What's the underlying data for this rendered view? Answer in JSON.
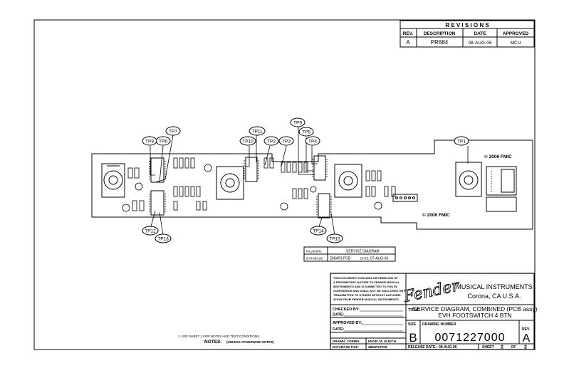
{
  "revisions": {
    "title": "R E V I S I O N S",
    "headers": [
      "REV.",
      "DESCRIPTION",
      "DATE",
      "APPROVED"
    ],
    "rows": [
      [
        "A",
        "PR684",
        "08-AUG-06",
        "MCU"
      ]
    ]
  },
  "board": {
    "copyright_right": "© 2006 FMIC",
    "copyright_bottom": "© 2006 FMIC"
  },
  "test_points": [
    "TP1",
    "TP2",
    "TP3",
    "TP4",
    "TP5",
    "TP6",
    "TP7",
    "TP8",
    "TP9",
    "TP10",
    "TP11",
    "TP12",
    "TP13",
    "TP14",
    "TP15"
  ],
  "file_box": {
    "file_label": "FILe/DWG:",
    "file_value": "SERVICE DIAGRAM",
    "database_label": "DATABASE:",
    "database_value": "Z884P3.PCB",
    "date_label": "DATE:",
    "date_value": "07-AUG-06"
  },
  "notes": {
    "heading": "NOTES:",
    "qualifier": "(UNLESS OTHERWISE NOTED)",
    "note1": "1. SEE SHEET 1 FOR NOTES AND TEST CONDITIONS."
  },
  "title_block": {
    "proprietary": [
      "THIS DOCUMENT CONTAINS INFORMATION OF",
      "A PROPRIETARY NATURE TO FENDER MUSICAL",
      "INSTRUMENTS AND IS SUBMITTED TO YOU IN",
      "CONFIDENCE AND SHALL NOT BE DISCLOSED OR",
      "TRANSMITTED TO OTHERS WITHOUT AUTHORIZ-",
      "ATION FROM FENDER MUSICAL INSTRUMENTS."
    ],
    "logo_text": "Fender",
    "company": "MUSICAL INSTRUMENTS",
    "location": "Corona, CA  U.S.A.",
    "checked_by": "CHECKED BY:",
    "date1": "DATE:",
    "approved_by": "APPROVED BY:",
    "date2": "DATE:",
    "drawn": "DRAWN:  CORBIN",
    "engr": "ENGR:  M. ULRICH",
    "database_file_label": "DATABASE FILE:",
    "database_file_value": "Z884P3.PCB",
    "title_label": "TITLE:",
    "title_line1": "SERVICE DIAGRAM, COMBINED (PCB assy)",
    "title_line2": "EVH FOOTSWITCH 4 BTN",
    "size_label": "SIZE",
    "size_value": "B",
    "drawing_number_label": "DRAWING NUMBER",
    "drawing_number": "0071227000",
    "rev_label": "REV.",
    "rev_value": "A",
    "release_label": "RELEASE DATE:",
    "release_value": "08-AUG-06",
    "sheet_label": "SHEET",
    "sheet_num": "2",
    "of_label": "OF",
    "sheet_total": "2"
  }
}
